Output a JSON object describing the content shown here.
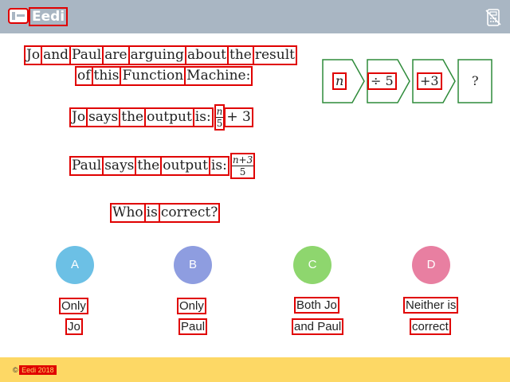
{
  "header": {
    "brand": "Eedi",
    "logo_icon": "eedi-logo-icon",
    "tool_icon": "calculator-disabled-icon",
    "background_color": "#a9b6c3"
  },
  "question": {
    "line1": [
      "Jo",
      "and",
      "Paul",
      "are",
      "arguing",
      "about",
      "the",
      "result"
    ],
    "line2": [
      "of",
      "this",
      "Function",
      "Machine:"
    ],
    "jo_says": [
      "Jo",
      "says",
      "the",
      "output",
      "is:"
    ],
    "jo_fraction": {
      "numerator": "n",
      "denominator": "5"
    },
    "jo_tail": "+ 3",
    "paul_says": [
      "Paul",
      "says",
      "the",
      "output",
      "is:"
    ],
    "paul_fraction": {
      "numerator": "n+3",
      "denominator": "5"
    },
    "prompt": [
      "Who",
      "is",
      "correct?"
    ]
  },
  "function_machine": {
    "input": "n",
    "step1": "÷ 5",
    "step2": "+3",
    "output": "?",
    "stroke_color": "#2e8b3a"
  },
  "answers": [
    {
      "letter": "A",
      "lines": [
        "Only",
        "Jo"
      ],
      "color": "#6cc0e5"
    },
    {
      "letter": "B",
      "lines": [
        "Only",
        "Paul"
      ],
      "color": "#8e9de0"
    },
    {
      "letter": "C",
      "lines": [
        "Both Jo",
        "and Paul"
      ],
      "color": "#8ed66e"
    },
    {
      "letter": "D",
      "lines": [
        "Neither is",
        "correct"
      ],
      "color": "#e87fa1"
    }
  ],
  "footer": {
    "copyright_symbol": "©",
    "copyright_brand": "Eedi 2018",
    "background_color": "#fdd865"
  }
}
